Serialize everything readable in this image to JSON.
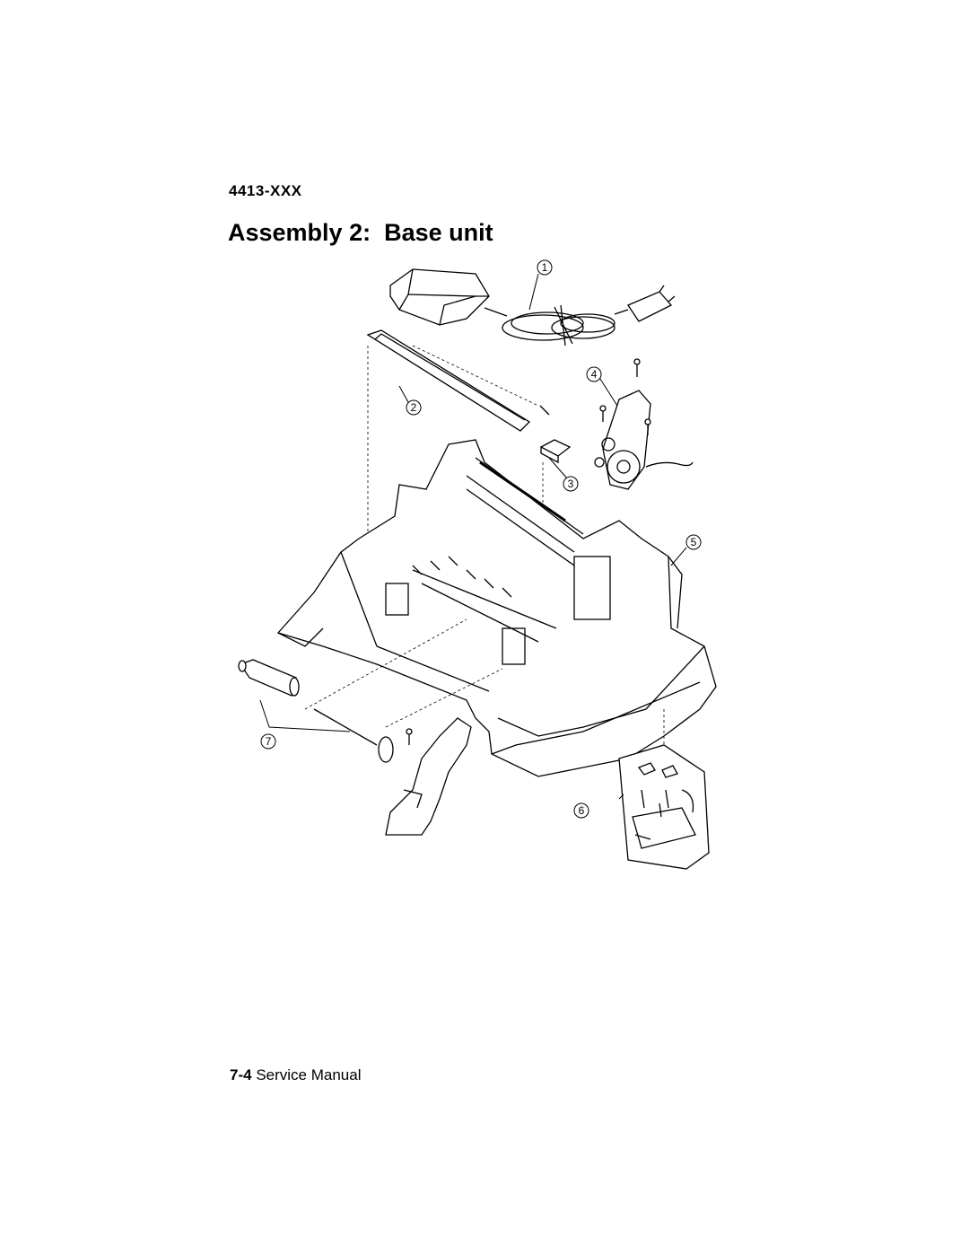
{
  "header": {
    "model": "4413-XXX"
  },
  "title": "Assembly 2:  Base unit",
  "figure": {
    "callouts": [
      "1",
      "2",
      "3",
      "4",
      "5",
      "6",
      "7"
    ]
  },
  "footer": {
    "page_number": "7-4",
    "label": "Service Manual"
  }
}
